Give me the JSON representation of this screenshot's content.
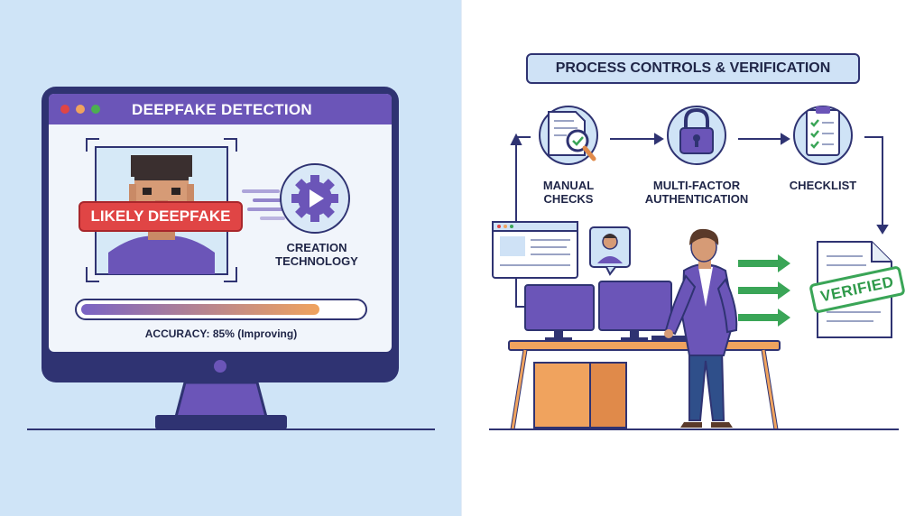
{
  "left": {
    "screen_title": "DEEPFAKE DETECTION",
    "badge": "LIKELY DEEPFAKE",
    "engine_label_line1": "CREATION",
    "engine_label_line2": "TECHNOLOGY",
    "accuracy_text": "ACCURACY: 85% (Improving)",
    "accuracy_value": 85,
    "colors": {
      "background": "#cfe4f7",
      "monitor_frame": "#2f3372",
      "title_bar": "#6b55b8",
      "badge": "#e04545",
      "progress_start": "#7a63c4",
      "progress_end": "#f0a35e"
    }
  },
  "right": {
    "title": "PROCESS CONTROLS & VERIFICATION",
    "steps": [
      {
        "label_line1": "MANUAL",
        "label_line2": "CHECKS",
        "icon": "document-search-icon"
      },
      {
        "label_line1": "MULTI-FACTOR",
        "label_line2": "AUTHENTICATION",
        "icon": "padlock-icon"
      },
      {
        "label_line1": "CHECKLIST",
        "label_line2": "",
        "icon": "clipboard-checklist-icon"
      }
    ],
    "stamp": "VERIFIED",
    "colors": {
      "title_box": "#cfe2f6",
      "icon_circle": "#cfe3f6",
      "accent_purple": "#6b55b8",
      "arrow_green": "#3aa557",
      "desk": "#f0a35e"
    }
  }
}
